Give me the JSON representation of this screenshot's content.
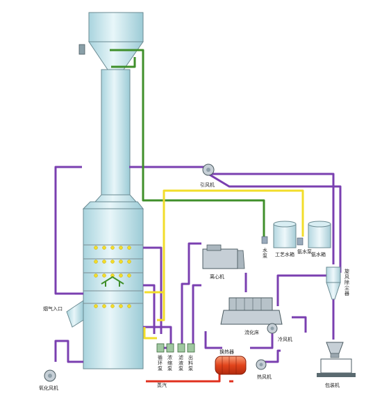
{
  "colors": {
    "tower_fill": "#cfe9ef",
    "tower_stroke": "#6a8a92",
    "purple_pipe": "#7a3fb0",
    "green_pipe": "#3f8f2a",
    "yellow_pipe": "#f2dd2a",
    "red_pipe": "#e0301e",
    "blue_pipe": "#3a6fd0",
    "equipment": "#c6cfd6",
    "heater": "#e2441c"
  },
  "labels": {
    "flue_gas_inlet": "烟气入口",
    "induced_fan": "引风机",
    "water_pump": "水泵",
    "process_water_tank": "工艺水箱",
    "ammonia_pump": "氨水泵",
    "ammonia_tank": "氨水箱",
    "centrifuge": "离心机",
    "cyclone": "旋风除尘器",
    "dryer": "流化床",
    "heat_exchanger": "换热器",
    "steam": "蒸汽",
    "cooling_fan": "冷风机",
    "hot_fan": "热风机",
    "oxidation_fan": "氧化风机",
    "packing_machine": "包装机",
    "recycle_pump": "循环泵",
    "slurry_pump": "浓缩泵",
    "filtrate_pump": "滤液泵",
    "discharge_pump": "出料泵"
  },
  "vertical_labels": {
    "recycle_pump": [
      "循",
      "环",
      "泵"
    ],
    "slurry_pump": [
      "浓",
      "缩",
      "泵"
    ],
    "filtrate_pump": [
      "滤",
      "液",
      "泵"
    ],
    "discharge_pump": [
      "出",
      "料",
      "泵"
    ],
    "water_pump": [
      "水",
      "泵"
    ],
    "cyclone": [
      "旋",
      "风",
      "除",
      "尘",
      "器"
    ]
  }
}
